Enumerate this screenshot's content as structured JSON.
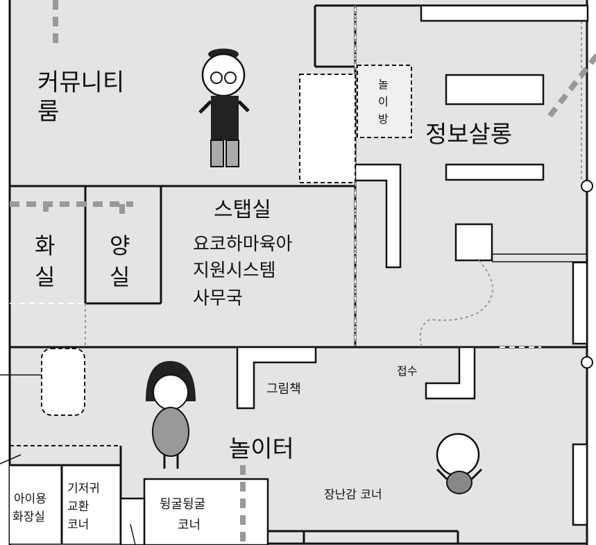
{
  "rooms": {
    "community": [
      "커뮤니티",
      "룸"
    ],
    "playroom": [
      "놀",
      "이",
      "방"
    ],
    "salon": "정보살롱",
    "japanese_room": [
      "화",
      "실"
    ],
    "western_room": [
      "양",
      "실"
    ],
    "staff": [
      "스탭실",
      "요코하마육아",
      "지원시스템",
      "사무국"
    ],
    "picture_books": "그림책",
    "reception": "접수",
    "play_area": "놀이터",
    "toy_corner": "장난감 코너",
    "kids_toilet": [
      "아이용",
      "화장실"
    ],
    "diaper_corner": [
      "기저귀",
      "교환",
      "코너"
    ],
    "rolling_corner": [
      "뒹굴뒹굴",
      "코너"
    ]
  },
  "colors": {
    "floor": "#e4e4e6",
    "wall": "#111111",
    "route": "#999999",
    "furniture": "#ffffff"
  },
  "icons": [
    "grandfather-icon",
    "girl-icon",
    "baby-icon"
  ]
}
